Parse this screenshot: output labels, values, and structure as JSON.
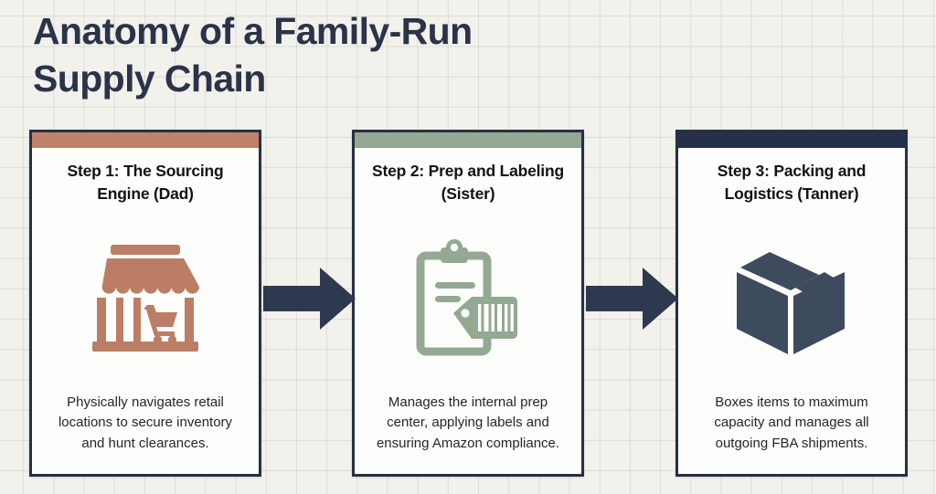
{
  "page": {
    "title": "Anatomy of a Family-Run\nSupply Chain",
    "background_color": "#f2f1ec",
    "grid_line_color": "#96988c",
    "title_color": "#2a3349"
  },
  "theme": {
    "card_border_color": "#273044",
    "card_background": "#fdfdfc",
    "arrow_color": "#2e3950",
    "accent_terracotta": "#c0826a",
    "accent_sage": "#94a893",
    "accent_navy": "#27304a",
    "icon_navy": "#3e4a5e"
  },
  "steps": [
    {
      "id": "step-1",
      "accent_color": "#c0826a",
      "icon_color": "#bb7d65",
      "icon_name": "storefront-icon",
      "title": "Step 1: The Sourcing Engine (Dad)",
      "description": "Physically navigates retail locations to secure inventory and hunt clearances."
    },
    {
      "id": "step-2",
      "accent_color": "#94a893",
      "icon_color": "#93a992",
      "icon_name": "clipboard-barcode-tag-icon",
      "title": "Step 2: Prep and Labeling (Sister)",
      "description": "Manages the internal prep center, applying labels and ensuring Amazon compliance."
    },
    {
      "id": "step-3",
      "accent_color": "#27304a",
      "icon_color": "#3e4a5e",
      "icon_name": "shipping-box-icon",
      "title": "Step 3: Packing and Logistics (Tanner)",
      "description": "Boxes items to maximum capacity and manages all outgoing FBA shipments."
    }
  ],
  "arrows": [
    {
      "id": "arrow-1",
      "name": "flow-arrow-step1-to-step2",
      "direction": "right"
    },
    {
      "id": "arrow-2",
      "name": "flow-arrow-step2-to-step3",
      "direction": "right"
    }
  ]
}
